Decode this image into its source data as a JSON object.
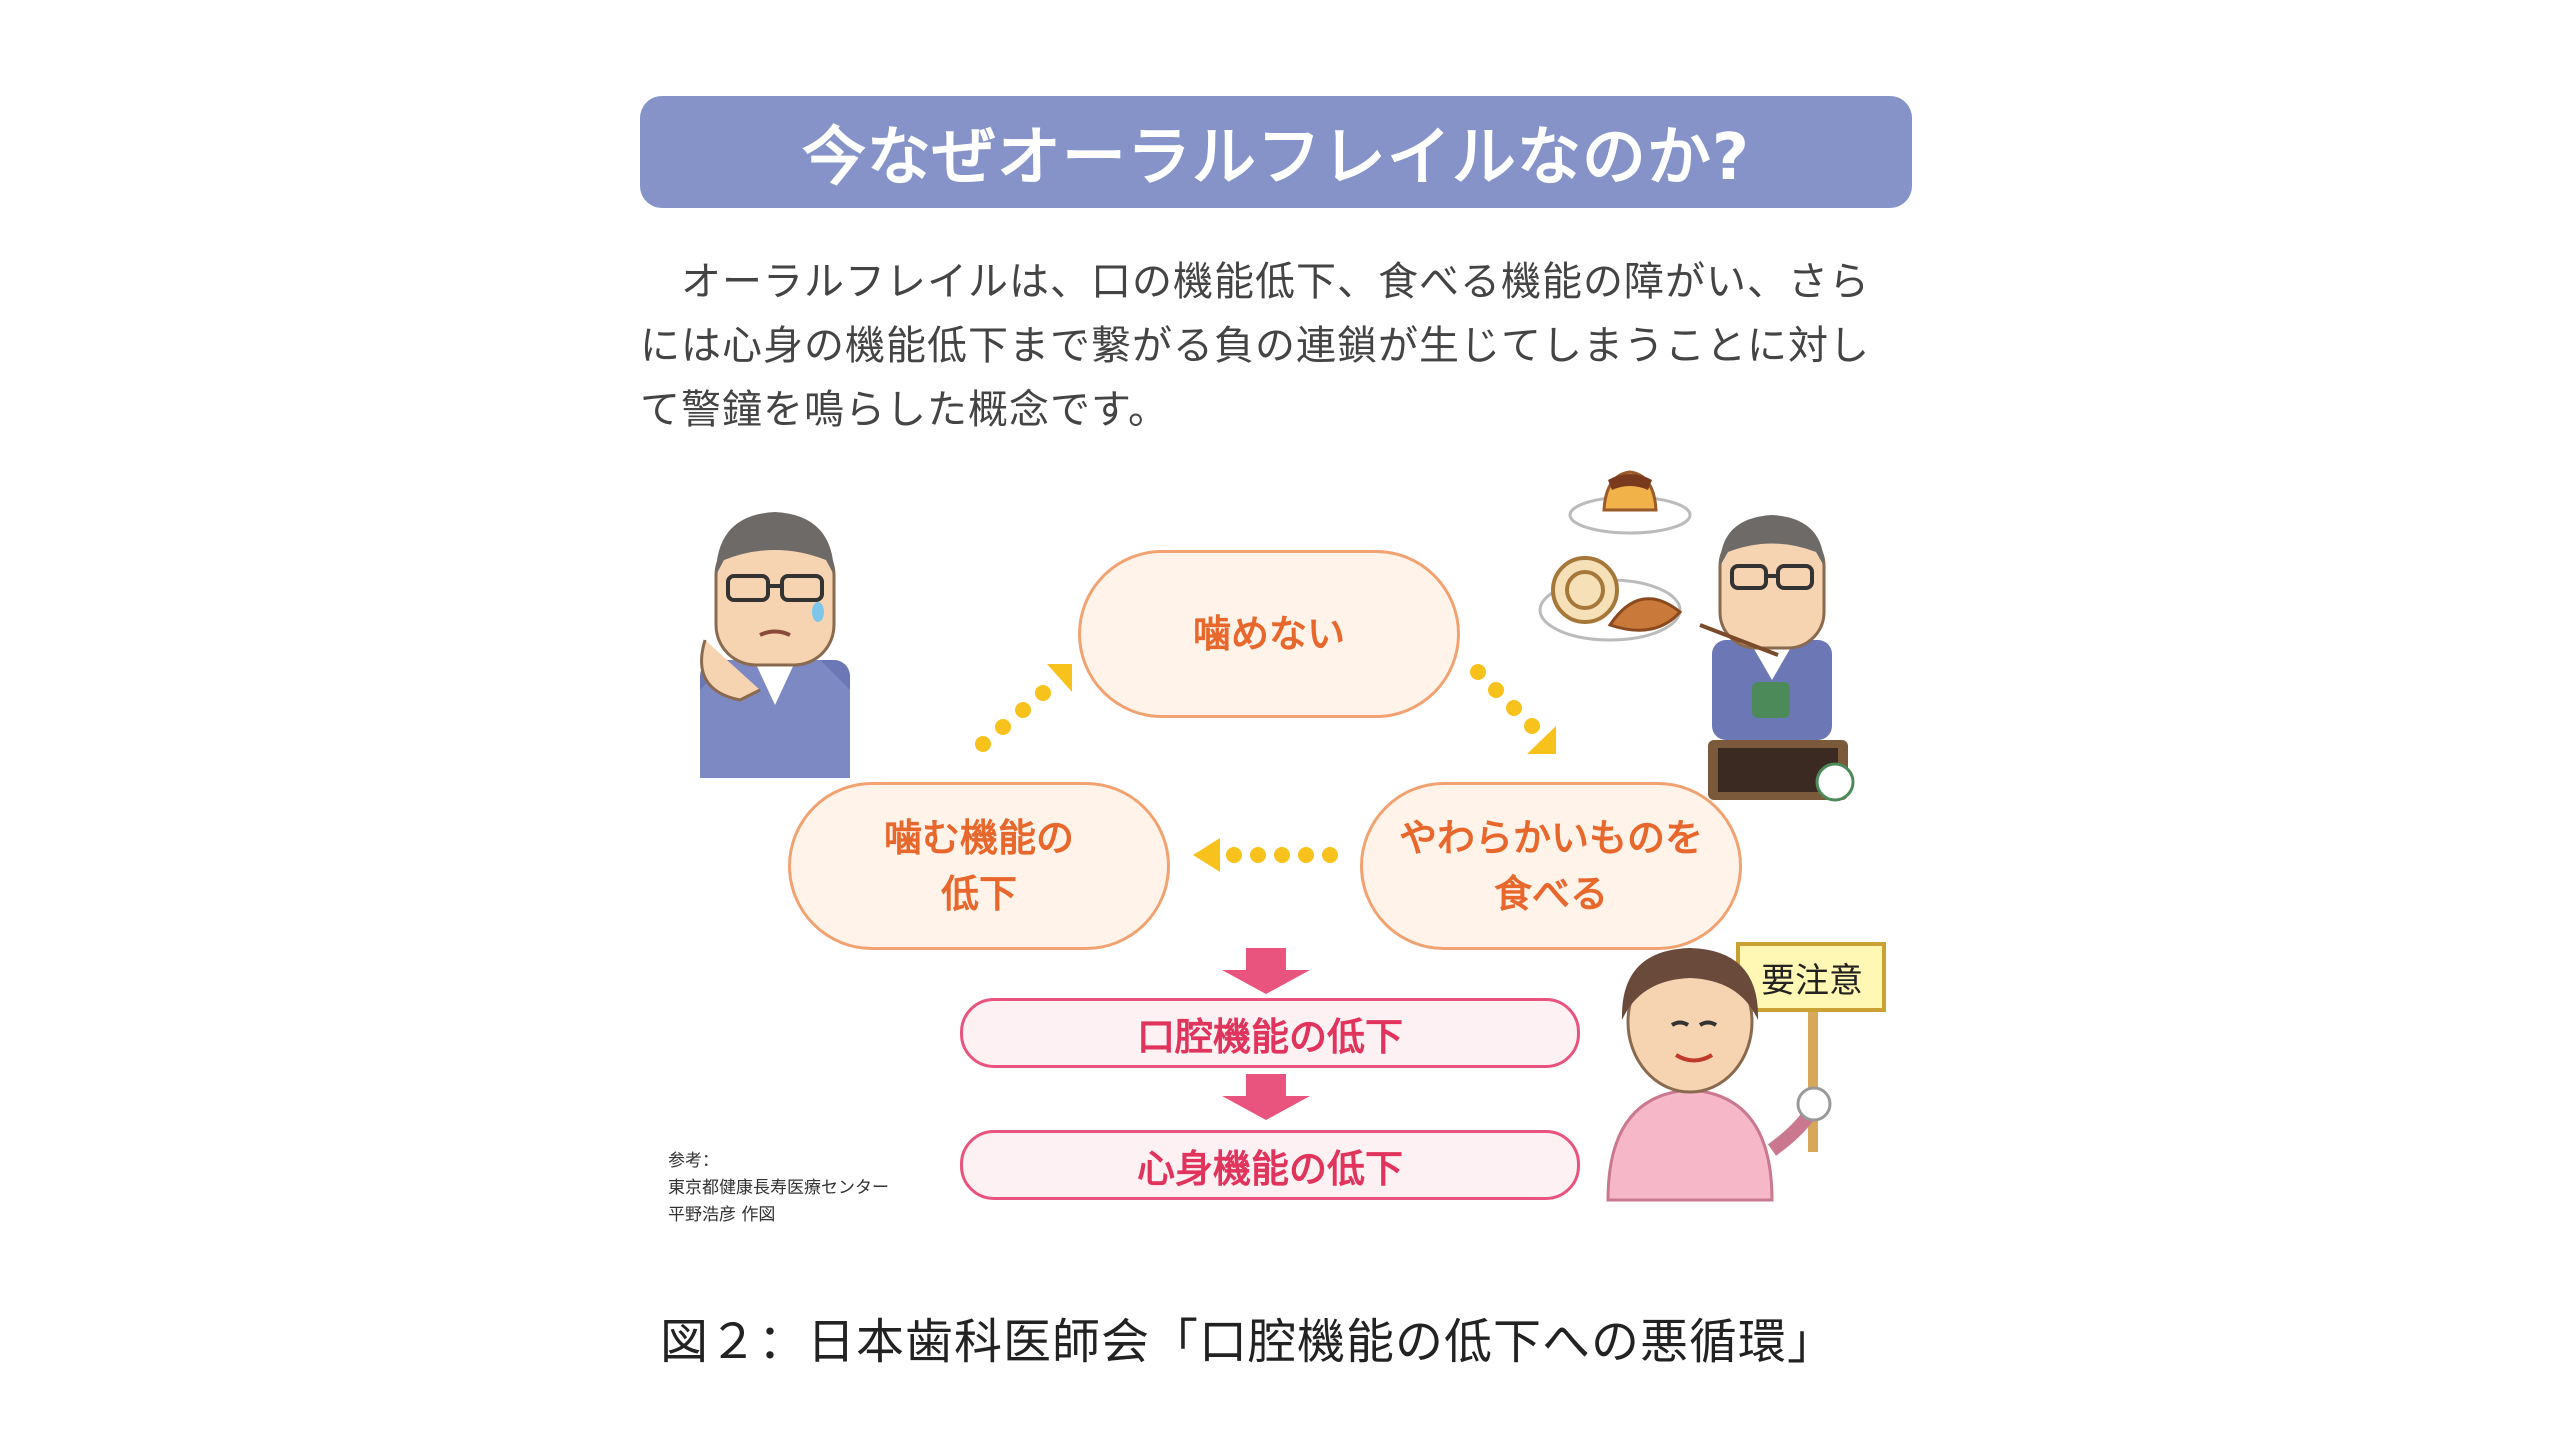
{
  "title": "今なぜオーラルフレイルなのか?",
  "intro_lines": [
    "　オーラルフレイルは、口の機能低下、食べる機能の障がい、さら",
    "には心身の機能低下まで繋がる負の連鎖が生じてしまうことに対し",
    "て警鐘を鳴らした概念です。"
  ],
  "cycle": {
    "top": "噛めない",
    "right": "やわらかいものを\n食べる",
    "left": "噛む機能の\n低下"
  },
  "outcomes": {
    "first": "口腔機能の低下",
    "second": "心身機能の低下"
  },
  "sign": "要注意",
  "credit": "参考：\n東京都健康長寿医療センター\n平野浩彦 作図",
  "caption": "図２：日本歯科医師会「口腔機能の低下への悪循環」",
  "colors": {
    "banner": "#8593c9",
    "cycle_text": "#e8672d",
    "cycle_border": "#f2a271",
    "cycle_fill": "#fff3ea",
    "arrow_dots": "#f7c21b",
    "down_arrow": "#e8547d"
  }
}
